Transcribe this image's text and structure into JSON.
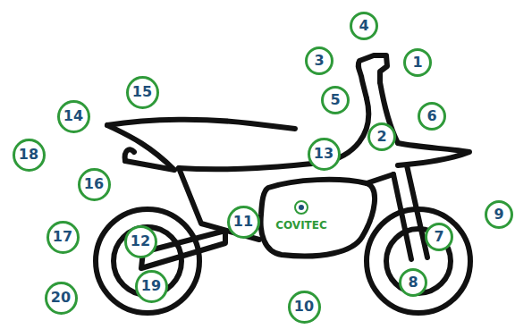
{
  "diagram": {
    "nodes": [
      {
        "text": [
          "1"
        ]
      },
      {
        "text": [
          "2"
        ]
      },
      {
        "text": [
          "3"
        ]
      },
      {
        "text": [
          "4"
        ]
      },
      {
        "text": [
          "5"
        ]
      },
      {
        "text": [
          "6"
        ]
      },
      {
        "text": [
          "7"
        ]
      },
      {
        "text": [
          "8"
        ]
      },
      {
        "text": [
          "9"
        ]
      },
      {
        "text": [
          "10"
        ]
      },
      {
        "text": [
          "11"
        ]
      },
      {
        "text": [
          "12"
        ]
      },
      {
        "text": [
          "13"
        ]
      },
      {
        "text": [
          "14"
        ]
      },
      {
        "text": [
          "15"
        ]
      },
      {
        "text": [
          "16"
        ]
      },
      {
        "text": [
          "17"
        ]
      },
      {
        "text": [
          "18"
        ]
      },
      {
        "text": [
          "19"
        ]
      },
      {
        "text": [
          "20"
        ]
      }
    ],
    "labels": [
      "COVITEC"
    ]
  }
}
